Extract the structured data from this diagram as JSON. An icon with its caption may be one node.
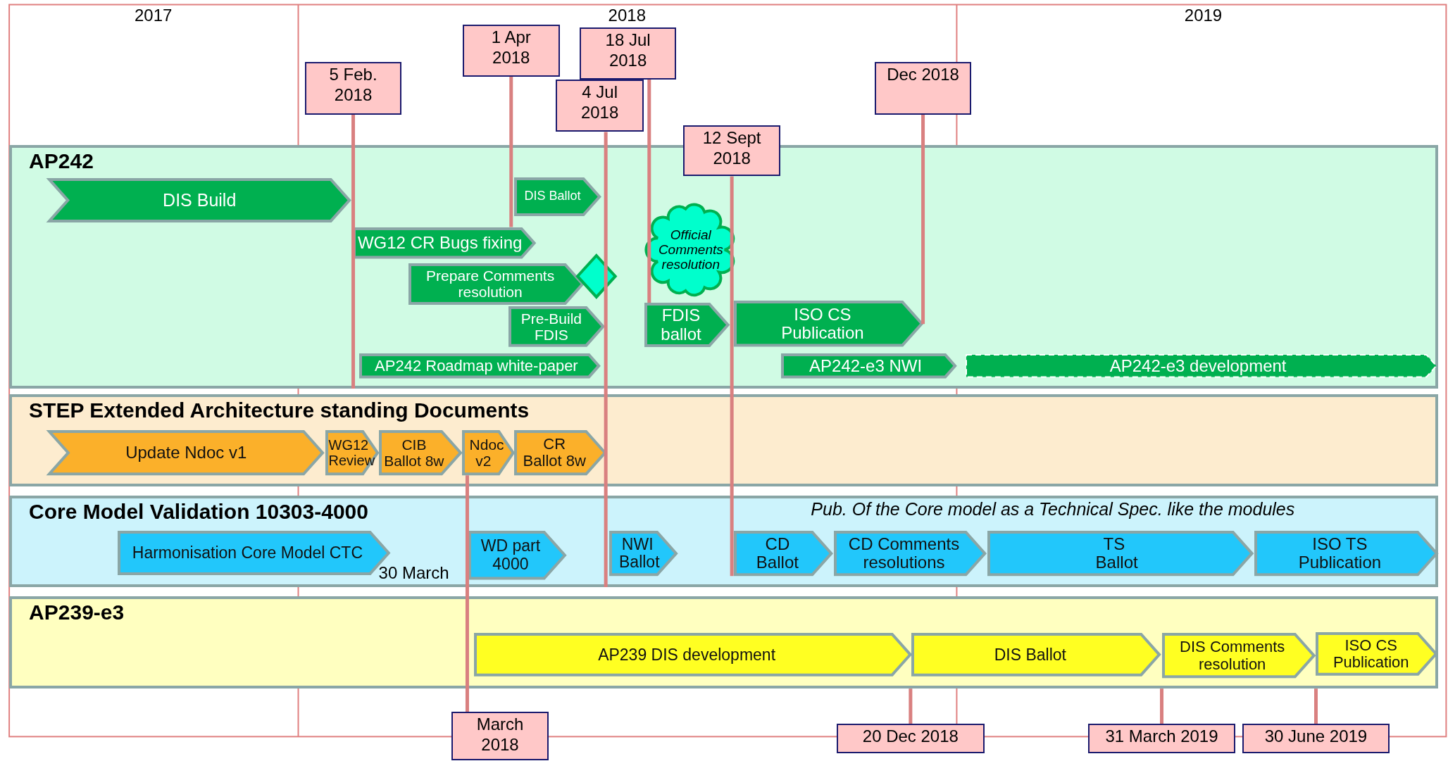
{
  "diagram": {
    "nodes": [
      {
        "text": [
          "AP242"
        ]
      },
      {
        "text": [
          "DIS Build"
        ],
        "in": 0
      },
      {
        "text": [
          "DIS Ballot"
        ],
        "in": 0
      },
      {
        "text": [
          "WG12 CR Bugs fixing"
        ],
        "in": 0
      },
      {
        "text": [
          "Prepare Comments resolution"
        ],
        "in": 0
      },
      {
        "text": [],
        "shape": "diamond",
        "in": 0
      },
      {
        "text": [
          "Official Comments resolution"
        ],
        "in": 0
      },
      {
        "text": [
          "Pre-Build FDIS"
        ],
        "in": 0
      },
      {
        "text": [
          "FDIS ballot"
        ],
        "in": 0
      },
      {
        "text": [
          "ISO CS Publication"
        ],
        "in": 0
      },
      {
        "text": [
          "AP242 Roadmap white-paper"
        ],
        "in": 0
      },
      {
        "text": [
          "AP242-e3 NWI"
        ],
        "in": 0
      },
      {
        "text": [
          "AP242-e3 development"
        ],
        "in": 0
      },
      {
        "text": [
          "STEP Extended Architecture standing Documents"
        ]
      },
      {
        "text": [
          "Update Ndoc v1"
        ],
        "in": 13
      },
      {
        "text": [
          "WG12 Review"
        ],
        "in": 13
      },
      {
        "text": [
          "CIB Ballot 8w"
        ],
        "in": 13
      },
      {
        "text": [
          "Ndoc v2"
        ],
        "in": 13
      },
      {
        "text": [
          "CR Ballot 8w"
        ],
        "in": 13
      },
      {
        "text": [
          "Core Model Validation 10303-4000"
        ]
      },
      {
        "text": [
          "Harmonisation Core Model CTC"
        ],
        "in": 19
      },
      {
        "text": [
          "WD part 4000"
        ],
        "in": 19
      },
      {
        "text": [
          "NWI Ballot"
        ],
        "in": 19
      },
      {
        "text": [
          "CD Ballot"
        ],
        "in": 19
      },
      {
        "text": [
          "CD Comments resolutions"
        ],
        "in": 19
      },
      {
        "text": [
          "TS Ballot"
        ],
        "in": 19
      },
      {
        "text": [
          "ISO TS Publication"
        ],
        "in": 19
      },
      {
        "text": [
          "AP239-e3"
        ]
      },
      {
        "text": [
          "AP239 DIS development"
        ],
        "in": 27
      },
      {
        "text": [
          "DIS Ballot"
        ],
        "in": 27
      },
      {
        "text": [
          "DIS Comments resolution"
        ],
        "in": 27
      },
      {
        "text": [
          "ISO CS Publication"
        ],
        "in": 27
      },
      {
        "text": [
          "5 Feb. 2018"
        ]
      },
      {
        "text": [
          "1 Apr 2018"
        ]
      },
      {
        "text": [
          "18 Jul 2018"
        ]
      },
      {
        "text": [
          "4 Jul 2018"
        ]
      },
      {
        "text": [
          "12 Sept 2018"
        ]
      },
      {
        "text": [
          "Dec 2018"
        ]
      },
      {
        "text": [
          "March 2018"
        ]
      },
      {
        "text": [
          "20 Dec 2018"
        ]
      },
      {
        "text": [
          "31 March 2019"
        ]
      },
      {
        "text": [
          "30 June 2019"
        ]
      }
    ],
    "edges": [
      {
        "from": 32,
        "to": 0,
        "arrow": "none"
      },
      {
        "from": 33,
        "to": 3,
        "arrow": "none"
      },
      {
        "from": 34,
        "to": 8,
        "arrow": "none"
      },
      {
        "from": 35,
        "to": 19,
        "arrow": "none"
      },
      {
        "from": 36,
        "to": 23,
        "arrow": "none"
      },
      {
        "from": 37,
        "to": 9,
        "arrow": "none"
      },
      {
        "from": 38,
        "to": 17,
        "arrow": "none"
      },
      {
        "from": 39,
        "to": 27,
        "arrow": "none"
      },
      {
        "from": 40,
        "to": 27,
        "arrow": "none"
      },
      {
        "from": 41,
        "to": 27,
        "arrow": "none"
      }
    ],
    "labels": [
      "2017",
      "2018",
      "2019",
      "30 March",
      "Pub. Of the Core model as a Technical Spec. like the modules"
    ]
  }
}
